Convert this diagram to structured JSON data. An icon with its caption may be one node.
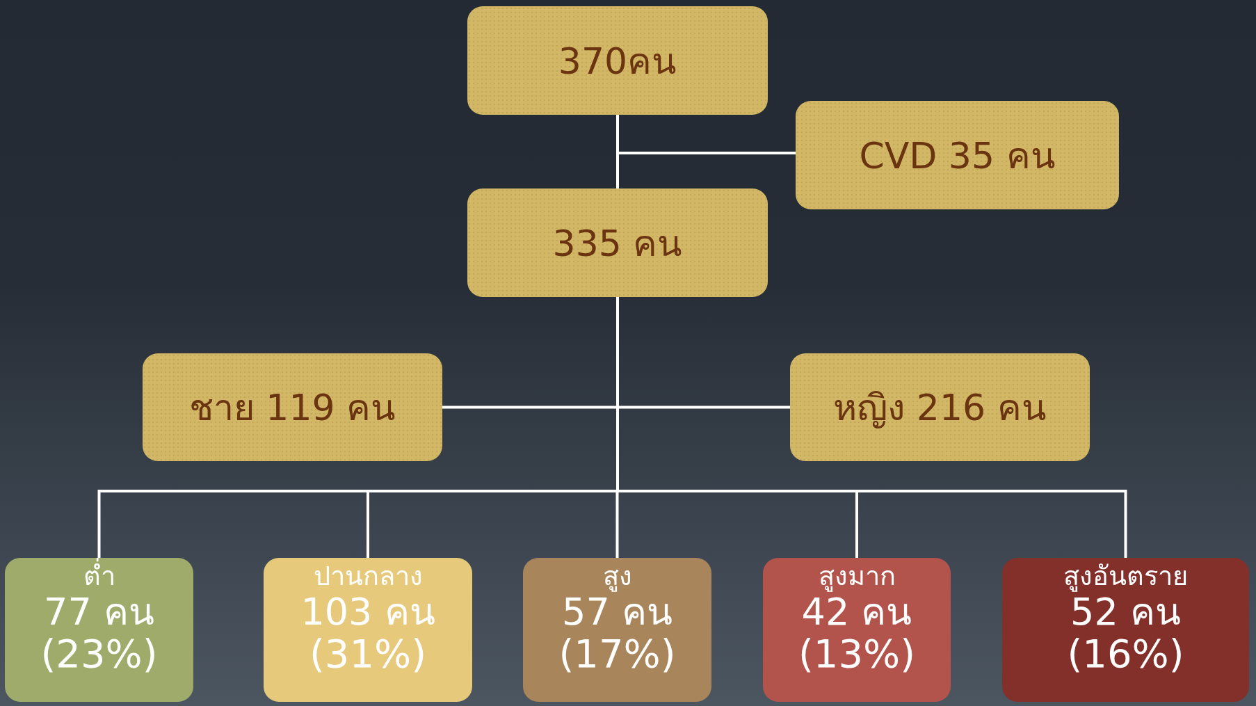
{
  "diagram": {
    "nodes": [
      {
        "text": [
          "370คน"
        ]
      },
      {
        "text": [
          "CVD 35 คน"
        ]
      },
      {
        "text": [
          "335 คน"
        ]
      },
      {
        "text": [
          "ชาย 119 คน"
        ]
      },
      {
        "text": [
          "หญิง 216 คน"
        ]
      },
      {
        "text": [
          "ต่ำ",
          "77 คน",
          "(23%)"
        ]
      },
      {
        "text": [
          "ปานกลาง",
          "103 คน",
          "(31%)"
        ]
      },
      {
        "text": [
          "สูง",
          "57 คน",
          "(17%)"
        ]
      },
      {
        "text": [
          "สูงมาก",
          "42 คน",
          "(13%)"
        ]
      },
      {
        "text": [
          "สูงอันตราย",
          "52 คน",
          "(16%)"
        ]
      }
    ],
    "edges": [
      {
        "from": 0,
        "to": 2,
        "arrow": "none"
      },
      {
        "from": 0,
        "to": 1,
        "arrow": "none"
      },
      {
        "from": 2,
        "to": 3,
        "arrow": "none"
      },
      {
        "from": 2,
        "to": 4,
        "arrow": "none"
      },
      {
        "from": 2,
        "to": 5,
        "arrow": "none"
      },
      {
        "from": 2,
        "to": 6,
        "arrow": "none"
      },
      {
        "from": 2,
        "to": 7,
        "arrow": "none"
      },
      {
        "from": 2,
        "to": 8,
        "arrow": "none"
      },
      {
        "from": 2,
        "to": 9,
        "arrow": "none"
      }
    ]
  }
}
